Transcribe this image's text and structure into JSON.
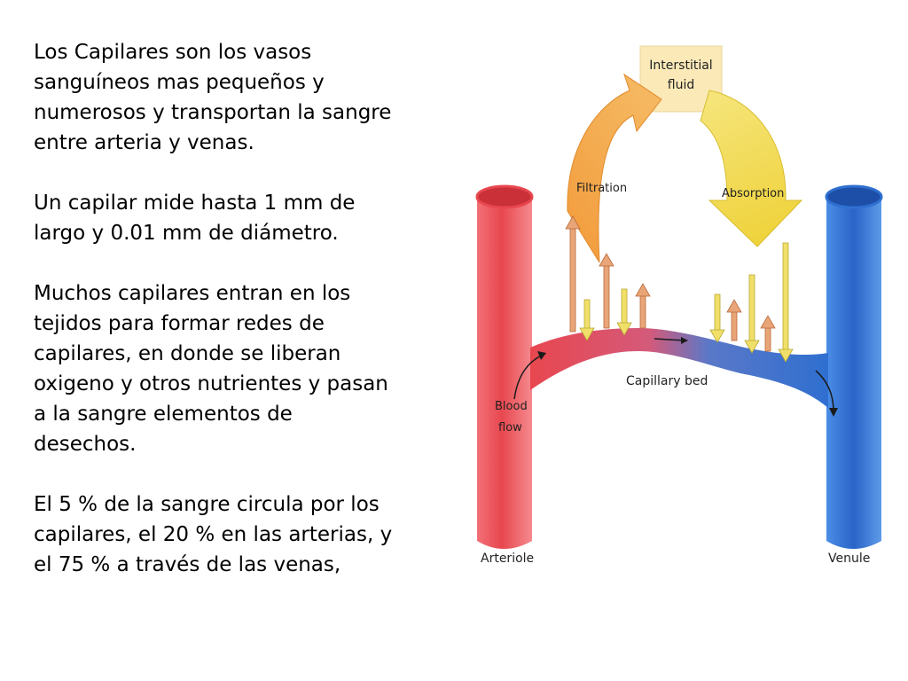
{
  "paragraphs": [
    "Los Capilares son los vasos\nsanguíneos mas pequeños y\nnumerosos  y transportan la sangre\nentre arteria y venas.",
    "Un capilar mide hasta 1 mm de\nlargo y 0.01 mm de diámetro.",
    "Muchos capilares entran en los\ntejidos para formar redes de\ncapilares, en donde se liberan\noxigeno y otros nutrientes y pasan\na la sangre elementos de\ndesechos.",
    "El 5 % de la sangre circula por los\ncapilares, el 20 % en las arterias, y\nel 75 % a través de las venas,"
  ],
  "diagram": {
    "interstitial_line1": "Interstitial",
    "interstitial_line2": "fluid",
    "filtration": "Filtration",
    "absorption": "Absorption",
    "capillary_bed": "Capillary bed",
    "blood_line1": "Blood",
    "blood_line2": "flow",
    "arteriole": "Arteriole",
    "venule": "Venule"
  },
  "colors": {
    "arteriole": "#e8474f",
    "venule": "#2f6fd0",
    "filtration_arrow": "#f0a040",
    "absorption_arrow": "#f2dc55",
    "interstitial_box": "#fbe9b8"
  }
}
